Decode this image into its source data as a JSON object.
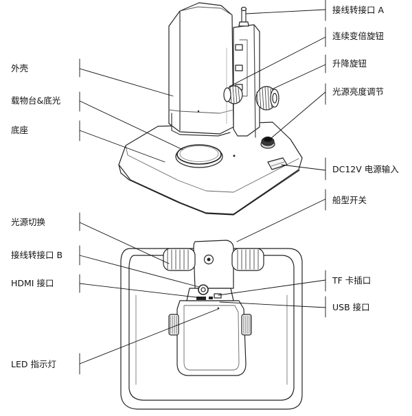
{
  "labels": {
    "interface_a": "接线转接口 A",
    "zoom_knob": "连续变倍旋钮",
    "lift_knob": "升降旋钮",
    "brightness": "光源亮度调节",
    "housing": "外壳",
    "stage_light": "载物台&底光",
    "base": "底座",
    "dc_input": "DC12V 电源输入",
    "rocker_switch": "船型开关",
    "light_switch": "光源切换",
    "interface_b": "接线转接口 B",
    "hdmi": "HDMI 接口",
    "tf_slot": "TF 卡插口",
    "usb": "USB 接口",
    "led": "LED 指示灯"
  }
}
